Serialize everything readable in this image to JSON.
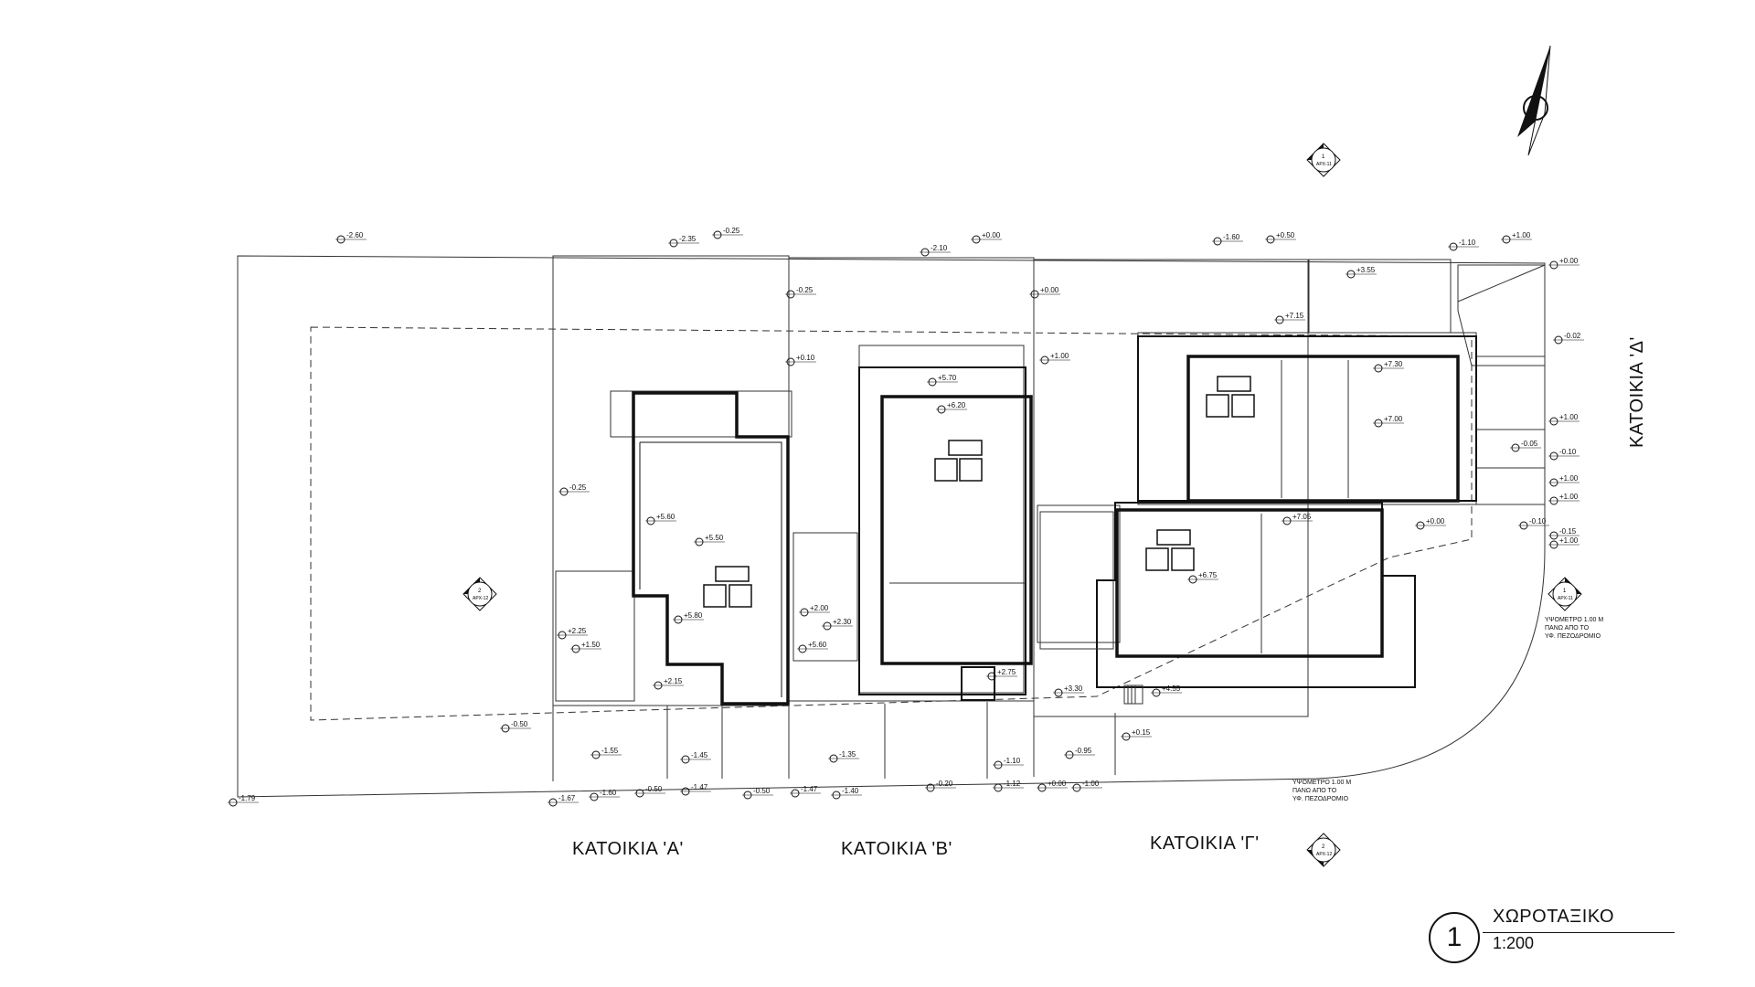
{
  "houses": {
    "a": "ΚΑΤΟΙΚΙΑ 'Α'",
    "b": "ΚΑΤΟΙΚΙΑ 'Β'",
    "g": "ΚΑΤΟΙΚΙΑ 'Γ'",
    "d": "ΚΑΤΟΙΚΙΑ 'Δ'"
  },
  "title_block": {
    "number": "1",
    "title": "ΧΩΡΟΤΑΞΙΚΟ",
    "scale": "1:200"
  },
  "section_markers": [
    "1",
    "2",
    "1",
    "2"
  ],
  "section_marker_ref": [
    "ΑΡΧ-11",
    "ΑΡΧ-12",
    "ΑΡΧ-11",
    "ΑΡΧ-12"
  ],
  "meter_note": [
    "ΥΨΟΜΕΤΡΟ 1.00 Μ",
    "ΠΑΝΩ ΑΠΟ ΤΟ",
    "ΥΦ. ΠΕΖΟΔΡΟΜΙΟ"
  ],
  "levels": [
    "-2.60",
    "-2.35",
    "-0.25",
    "-2.10",
    "+0.00",
    "-1.60",
    "+0.50",
    "-1.10",
    "+1.00",
    "+0.00",
    "-0.25",
    "+0.00",
    "+3.55",
    "+7.15",
    "-0.02",
    "+0.10",
    "+1.00",
    "+5.70",
    "+6.20",
    "+7.30",
    "+7.00",
    "+1.00",
    "-0.05",
    "-0.10",
    "-0.25",
    "+5.60",
    "+5.50",
    "+5.80",
    "+1.00",
    "+1.00",
    "+7.05",
    "+0.00",
    "-0.10",
    "-0.15",
    "+1.00",
    "+6.75",
    "+5.60",
    "+2.00",
    "+2.30",
    "+2.25",
    "+1.50",
    "+2.15",
    "+2.75",
    "+3.30",
    "+4.55",
    "-0.50",
    "+0.15",
    "-1.55",
    "-1.45",
    "-1.35",
    "-0.95",
    "-1.10",
    "-1.79",
    "-1.67",
    "-1.60",
    "-0.50",
    "-1.47",
    "-0.50",
    "-1.47",
    "-1.40",
    "-0.20",
    "-1.12",
    "+0.00",
    "-1.00"
  ]
}
